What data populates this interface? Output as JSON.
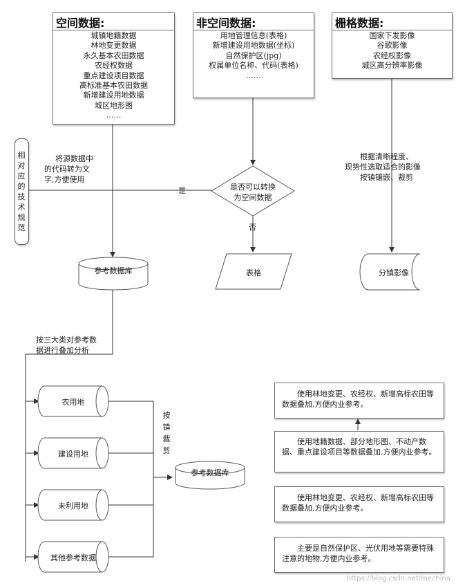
{
  "spatial": {
    "title": "空间数据:",
    "items": [
      "城镇地籍数据",
      "林地变更数据",
      "永久基本农田数据",
      "农经权数据",
      "重点建设项目数据",
      "高标准基本农田数据",
      "新增建设用地数据",
      "城区地形图",
      "……"
    ]
  },
  "nonspatial": {
    "title": "非空间数据:",
    "items": [
      "用地管理信息(表格)",
      "新增建设用地数据(坐标)",
      "自然保护区(jpg)",
      "权属单位名称、代码(表格)",
      "……"
    ]
  },
  "raster": {
    "title": "栅格数据:",
    "items": [
      "国家下发影像",
      "谷歌影像",
      "农经权影像",
      "城区高分辨率影像"
    ]
  },
  "left_spec": "相对应的技术规范",
  "convert_note": [
    "将源数据中",
    "的代码转为文",
    "字,方便使用"
  ],
  "decision": {
    "line1": "是否可以转换",
    "line2": "为空间数据",
    "yes": "是",
    "no": "否"
  },
  "table_shape": "表格",
  "raster_note": [
    "根据清晰程度、",
    "现势性选取适合的影像",
    "按镇镶嵌、裁剪"
  ],
  "town_image": "分镇影像",
  "ref_db_top": "参考数据库",
  "overlay_note": [
    "按三大类对参考数",
    "据进行叠加分析"
  ],
  "categories": [
    "农用地",
    "建设用地",
    "未利用地",
    "其他参考数据"
  ],
  "clip_label": "按镇裁剪",
  "ref_db_bottom": "参考数据库",
  "notes": [
    "使用林地变更、农经权、新增高标农田等数据叠加,方便内业参考。",
    "使用地籍数据、部分地形图、不动产数据、重点建设项目等数据叠加,方便内业参考。",
    "使用林地变更、农经权、新增高标农田等数据叠加,方便内业参考。",
    "主要是自然保护区、光伏用地等需要特殊注意的地物,方便内业参考。"
  ],
  "watermark": "https://blog.csdn.net/mechina"
}
